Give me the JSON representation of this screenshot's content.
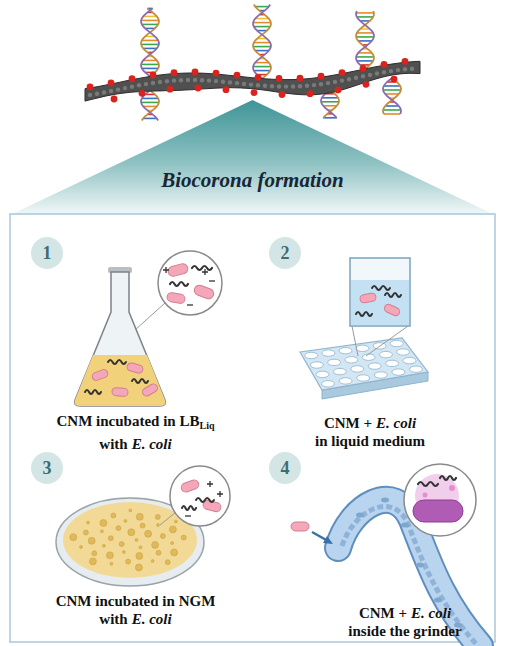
{
  "diagram": {
    "nodes": [
      {
        "text": [
          "Biocorona formation"
        ]
      },
      {
        "text": [
          "1"
        ]
      },
      {
        "text": [
          "2"
        ]
      },
      {
        "text": [
          "3"
        ]
      },
      {
        "text": [
          "4"
        ]
      }
    ],
    "labels": [
      "CNM incubated in LB",
      "Liq",
      "with",
      "E. coli",
      "CNM +",
      "E. coli",
      "in liquid medium",
      "CNM incubated in NGM",
      "with",
      "E. coli",
      "CNM +",
      "E. coli",
      "inside the grinder"
    ]
  }
}
